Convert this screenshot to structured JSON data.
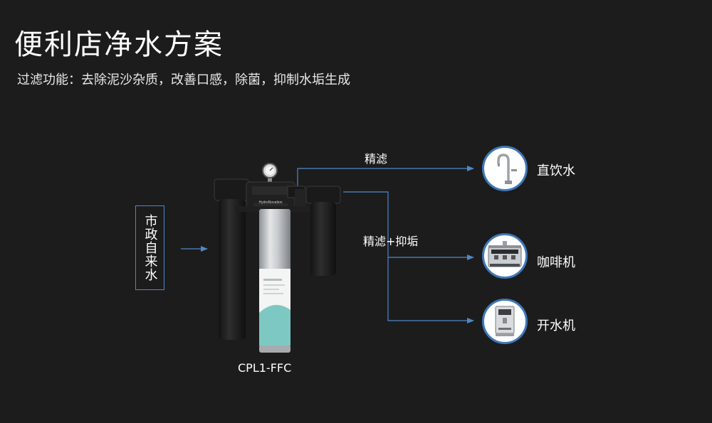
{
  "header": {
    "title": "便利店净水方案",
    "subtitle": "过滤功能：去除泥沙杂质，改善口感，除菌，抑制水垢生成"
  },
  "source": {
    "label": "市政自来水"
  },
  "product": {
    "model": "CPL1-FFC",
    "brand_text": "HydroNovation"
  },
  "flows": {
    "fine_label": "精滤",
    "fine_scale_label": "精滤+抑垢"
  },
  "outputs": [
    {
      "label": "直饮水",
      "icon": "faucet-icon"
    },
    {
      "label": "咖啡机",
      "icon": "coffee-machine-icon"
    },
    {
      "label": "开水机",
      "icon": "water-boiler-icon"
    }
  ],
  "colors": {
    "background": "#1c1c1d",
    "accent_blue": "#4f88c6",
    "filter_teal": "#7ec8c3"
  }
}
